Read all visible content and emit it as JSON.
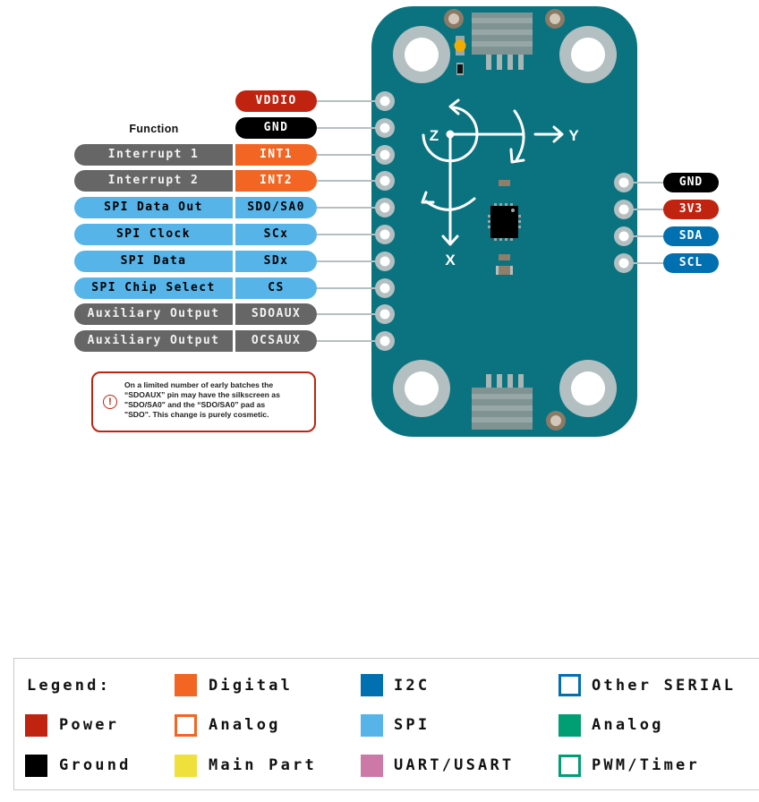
{
  "left_header": {
    "function_label": "Function"
  },
  "left_pins": [
    {
      "function": "",
      "pin": "VDDIO",
      "pin_color": "#c0230f",
      "text_color": "#ffffff"
    },
    {
      "function": "",
      "pin": "GND",
      "pin_color": "#000000",
      "text_color": "#ffffff"
    },
    {
      "function": "Interrupt 1",
      "function_color": "#666666",
      "function_text_color": "#f2f2f2",
      "pin": "INT1",
      "pin_color": "#f26522",
      "text_color": "#ffffff"
    },
    {
      "function": "Interrupt 2",
      "function_color": "#666666",
      "function_text_color": "#f2f2f2",
      "pin": "INT2",
      "pin_color": "#f26522",
      "text_color": "#ffffff"
    },
    {
      "function": "SPI Data Out",
      "function_color": "#56b4e9",
      "function_text_color": "#000000",
      "pin": "SDO/SA0",
      "pin_color": "#56b4e9",
      "text_color": "#000000"
    },
    {
      "function": "SPI Clock",
      "function_color": "#56b4e9",
      "function_text_color": "#000000",
      "pin": "SCx",
      "pin_color": "#56b4e9",
      "text_color": "#000000"
    },
    {
      "function": "SPI Data",
      "function_color": "#56b4e9",
      "function_text_color": "#000000",
      "pin": "SDx",
      "pin_color": "#56b4e9",
      "text_color": "#000000"
    },
    {
      "function": "SPI Chip Select",
      "function_color": "#56b4e9",
      "function_text_color": "#000000",
      "pin": "CS",
      "pin_color": "#56b4e9",
      "text_color": "#000000"
    },
    {
      "function": "Auxiliary Output",
      "function_color": "#666666",
      "function_text_color": "#f2f2f2",
      "pin": "SDOAUX",
      "pin_color": "#666666",
      "text_color": "#f2f2f2"
    },
    {
      "function": "Auxiliary Output",
      "function_color": "#666666",
      "function_text_color": "#f2f2f2",
      "pin": "OCSAUX",
      "pin_color": "#666666",
      "text_color": "#f2f2f2"
    }
  ],
  "right_pins": [
    {
      "pin": "GND",
      "pin_color": "#000000"
    },
    {
      "pin": "3V3",
      "pin_color": "#c0230f"
    },
    {
      "pin": "SDA",
      "pin_color": "#0070b0"
    },
    {
      "pin": "SCL",
      "pin_color": "#0070b0"
    }
  ],
  "board": {
    "color": "#0b7380",
    "axis_labels": {
      "x": "X",
      "y": "Y",
      "z": "Z"
    }
  },
  "note": {
    "icon": "exclamation-circle-icon",
    "lines": [
      "On a limited number of early batches the",
      "“SDOAUX” pin may have the silkscreen as",
      "\"SDO/SA0\" and the “SDO/SA0” pad as",
      "\"SDO\". This change is purely cosmetic."
    ]
  },
  "legend": {
    "title": "Legend:",
    "items": [
      {
        "label": "Power",
        "color": "#c0230f",
        "style": "filled"
      },
      {
        "label": "Ground",
        "color": "#000000",
        "style": "filled"
      },
      {
        "label": "Digital",
        "color": "#f26522",
        "style": "filled"
      },
      {
        "label": "Analog",
        "color": "#f26522",
        "style": "outline"
      },
      {
        "label": "Main Part",
        "color": "#f0e03c",
        "style": "filled"
      },
      {
        "label": "I2C",
        "color": "#0070b0",
        "style": "filled"
      },
      {
        "label": "SPI",
        "color": "#56b4e9",
        "style": "filled"
      },
      {
        "label": "UART/USART",
        "color": "#cc79a7",
        "style": "filled"
      },
      {
        "label": "Other SERIAL",
        "color": "#0070b0",
        "style": "outline"
      },
      {
        "label": "Analog",
        "color": "#009e73",
        "style": "filled"
      },
      {
        "label": "PWM/Timer",
        "color": "#009e73",
        "style": "outline"
      }
    ]
  }
}
